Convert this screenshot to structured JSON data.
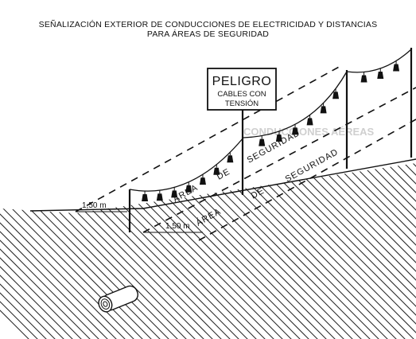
{
  "title": {
    "line1": "SEÑALIZACIÓN EXTERIOR DE CONDUCCIONES DE ELECTRICIDAD Y DISTANCIAS",
    "line2": "PARA ÁREAS DE SEGURIDAD"
  },
  "sign": {
    "heading": "PELIGRO",
    "line1": "CABLES CON",
    "line2": "TENSIÓN"
  },
  "labels": {
    "area1": "ÁREA",
    "de1": "DE",
    "seguridad1": "SEGURIDAD",
    "area2": "ÁREA",
    "de2": "DE",
    "seguridad2": "SEGURIDAD",
    "dist1": "1,50 m",
    "dist2": "1,50 m"
  },
  "background_text": {
    "heading": "CONDUCCIONES AÉREAS"
  },
  "colors": {
    "ink": "#111111",
    "paper": "#ffffff",
    "ghost": "#d4d4d4"
  }
}
